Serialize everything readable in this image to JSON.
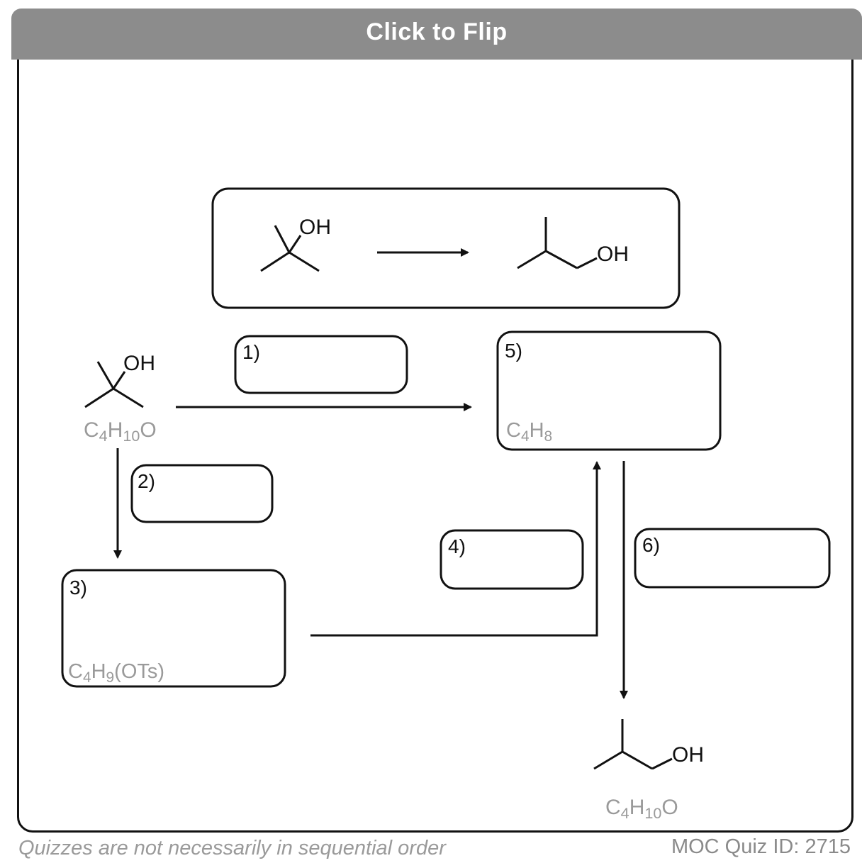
{
  "header": {
    "flip_label": "Click to Flip"
  },
  "overview": {
    "start_oh": "OH",
    "product_oh": "OH"
  },
  "start_molecule": {
    "oh_label": "OH",
    "formula": {
      "c": "C",
      "c_sub": "4",
      "h": "H",
      "h_sub": "10",
      "o": "O"
    }
  },
  "steps": [
    {
      "label": "1)"
    },
    {
      "label": "2)"
    },
    {
      "label": "3)",
      "formula": {
        "c": "C",
        "c_sub": "4",
        "h": "H",
        "h_sub": "9",
        "rest": "(OTs)"
      }
    },
    {
      "label": "4)"
    },
    {
      "label": "5)",
      "formula": {
        "c": "C",
        "c_sub": "4",
        "h": "H",
        "h_sub": "8"
      }
    },
    {
      "label": "6)"
    }
  ],
  "final_molecule": {
    "oh_label": "OH",
    "formula": {
      "c": "C",
      "c_sub": "4",
      "h": "H",
      "h_sub": "10",
      "o": "O"
    }
  },
  "footer": {
    "disclaimer": "Quizzes are not necessarily in sequential order",
    "quiz_id": "MOC Quiz ID: 2715"
  }
}
